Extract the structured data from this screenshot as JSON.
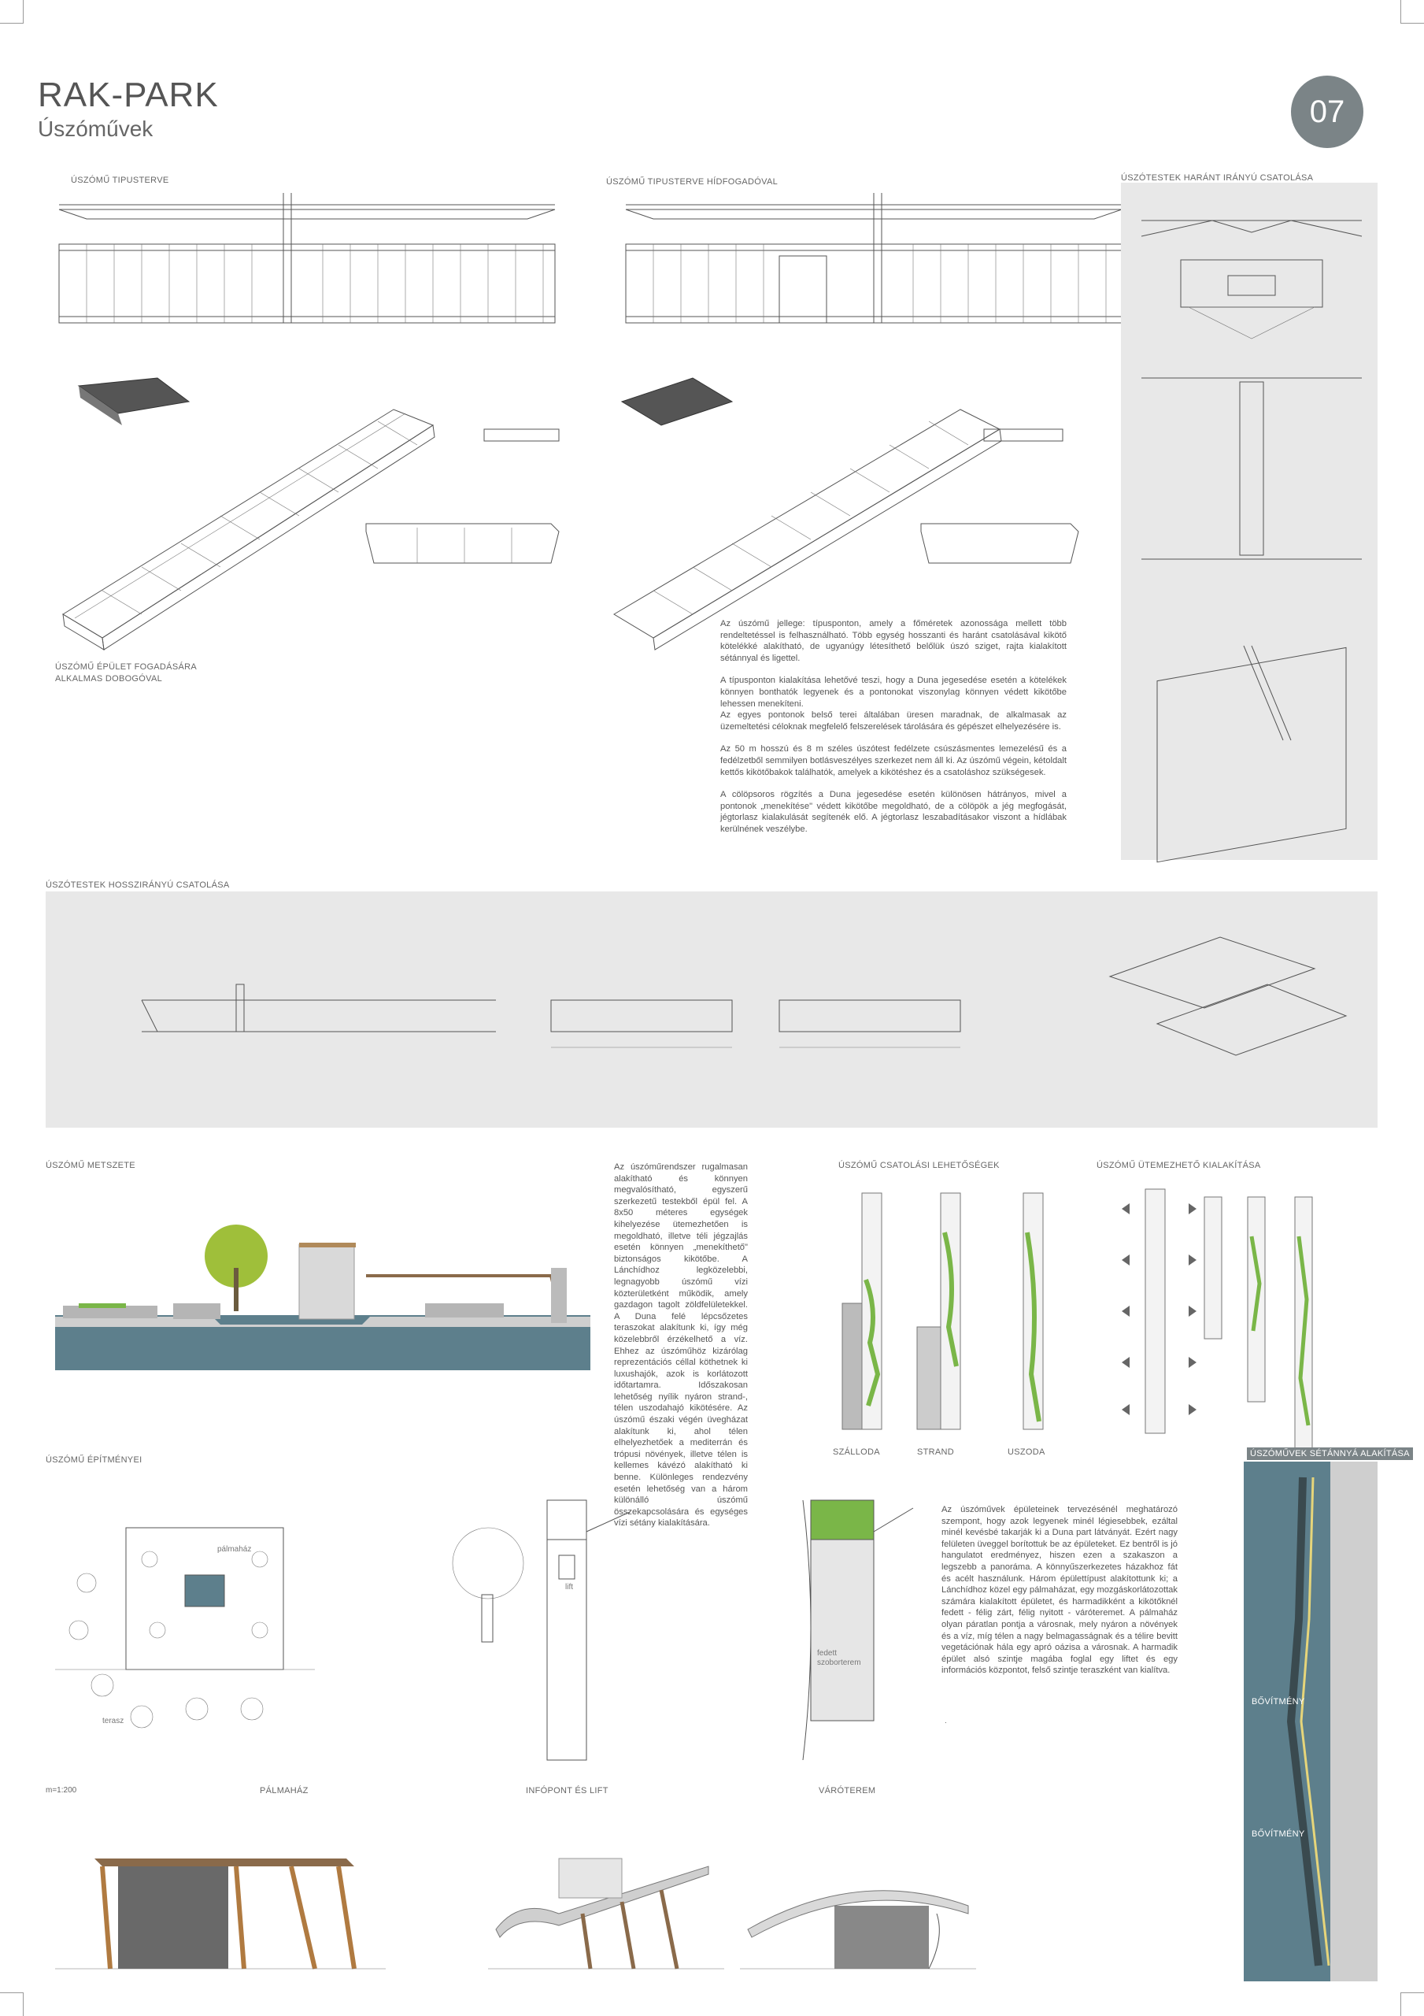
{
  "header": {
    "title": "RAK-PARK",
    "subtitle": "Úszóművek",
    "page_number": "07"
  },
  "sections": {
    "tipusterv": "ÚSZÓMŰ TIPUSTERVE",
    "tipusterv_hid": "ÚSZÓMŰ TIPUSTERVE HÍDFOGADÓVAL",
    "harant": "ÚSZÓTESTEK HARÁNT IRÁNYÚ CSATOLÁSA",
    "epulet_fogadas": "ÚSZÓMŰ ÉPÜLET FOGADÁSÁRA ALKALMAS DOBOGÓVAL",
    "hosszirany": "ÚSZÓTESTEK HOSSZIRÁNYÚ CSATOLÁSA",
    "metszet": "ÚSZÓMŰ METSZETE",
    "csatolasi": "ÚSZÓMŰ  CSATOLÁSI LEHETŐSÉGEK",
    "utemezheto": "ÚSZÓMŰ  ÜTEMEZHETŐ KIALAKÍTÁSA",
    "epitmenyei": "ÚSZÓMŰ ÉPÍTMÉNYEI",
    "setany": "ÚSZÓMŰVEK  SÉTÁNNYÁ ALAKÍTÁSA"
  },
  "text_blocks": {
    "main": [
      "Az úszómű jellege: típusponton, amely a főméretek azonossága mellett több rendeltetéssel is felhasználható. Több egység hosszanti és haránt csatolásával kikötő kötelékké alakítható, de ugyanúgy létesíthető belőlük úszó sziget, rajta kialakított sétánnyal és ligettel.",
      "A típusponton kialakítása lehetővé teszi, hogy a Duna jegesedése esetén a kötelékek könnyen bonthatók legyenek és a pontonokat viszonylag könnyen védett kikötőbe lehessen menekíteni.\nAz egyes pontonok belső terei általában üresen maradnak, de alkalmasak az üzemeltetési céloknak megfelelő felszerelések tárolására és gépészet elhelyezésére is.",
      "Az 50 m hosszú és 8 m széles úszótest fedélzete csúszásmentes lemezelésű és a fedélzetből semmilyen botlásveszélyes szerkezet nem áll ki. Az úszómű végein, kétoldalt kettős kikötőbakok találhatók, amelyek a kikötéshez és a csatoláshoz szükségesek.",
      "A cölöpsoros rögzítés a Duna jegesedése esetén különösen hátrányos, mivel a pontonok „menekítése\" védett kikötőbe megoldható, de a cölöpök a jég megfogását, jégtorlasz kialakulását segítenék elő. A jégtorlasz leszabadításakor viszont a hídlábak kerülnének veszélybe."
    ],
    "rendszer": "Az úszóműrendszer rugalmasan alakítható és könnyen megvalósítható, egyszerű szerkezetű testekből épül fel. A 8x50 méteres egységek kihelyezése ütemezhetően is megoldható, illetve téli jégzajlás esetén könnyen „menekíthető\" biztonságos kikötőbe. A Lánchídhoz legközelebbi, legnagyobb úszómű vízi közterületként működik, amely gazdagon tagolt zöldfelületekkel. A Duna felé lépcsőzetes teraszokat alakítunk ki, így még közelebbről érzékelhető a víz. Ehhez az úszóműhöz kizárólag reprezentációs céllal köthetnek ki luxushajók, azok is korlátozott időtartamra. Időszakosan lehetőség nyílik nyáron strand-, télen uszodahajó kikötésére. Az úszómű északi végén üvegházat alakítunk ki, ahol télen elhelyezhetőek a mediterrán és trópusi növények, illetve télen is kellemes kávézó alakítható ki benne. Különleges rendezvény esetén lehetőség van a három különálló úszómű összekapcsolására és egységes vízi sétány kialakítására.",
    "epuletek": "Az úszóművek épületeinek tervezésénél meghatározó szempont, hogy azok legyenek minél légiesebbek, ezáltal minél kevésbé takarják ki a Duna part látványát. Ezért nagy felületen üveggel borítottuk be az épületeket. Ez bentről is jó hangulatot eredményez, hiszen ezen a szakaszon a legszebb a panoráma. A könnyűszerkezetes házakhoz fát és acélt használunk. Három épülettípust alakítottunk ki; a Lánchídhoz közel egy pálmaházat, egy mozgáskorlátozottak számára kialakított épületet, és harmadikként a kikötőknél fedett - félig zárt, félig nyitott - váróteremet. A pálmaház olyan páratlan pontja a városnak, mely nyáron a növények és a víz, míg télen a nagy belmagasságnak és a télire bevitt vegetációnak hála egy apró oázisa a városnak. A harmadik épület alsó szintje magába foglal egy liftet és egy információs központot, felső szintje teraszként van kialítva."
  },
  "captions": {
    "szalloda": "SZÁLLODA",
    "strand": "STRAND",
    "uszoda": "USZODA",
    "scale": "m=1:200",
    "palmahaz": "PÁLMAHÁZ",
    "infopont": "INFÓPONT ÉS LIFT",
    "varoterem": "VÁRÓTEREM",
    "bovitmeny_1": "BŐVÍTMÉNY",
    "bovitmeny_2": "BŐVÍTMÉNY",
    "plan_palmahaz": "pálmaház",
    "plan_terasz": "terasz",
    "plan_lift": "lift",
    "plan_fedett": "fedett",
    "plan_szoborterem": "szoborterem",
    "plan_dot": "."
  },
  "colors": {
    "badge": "#7b8487",
    "panel": "#e8e8e8",
    "water": "#5d7f8c",
    "green": "#7ab648",
    "tree": "#9fbf3a"
  }
}
